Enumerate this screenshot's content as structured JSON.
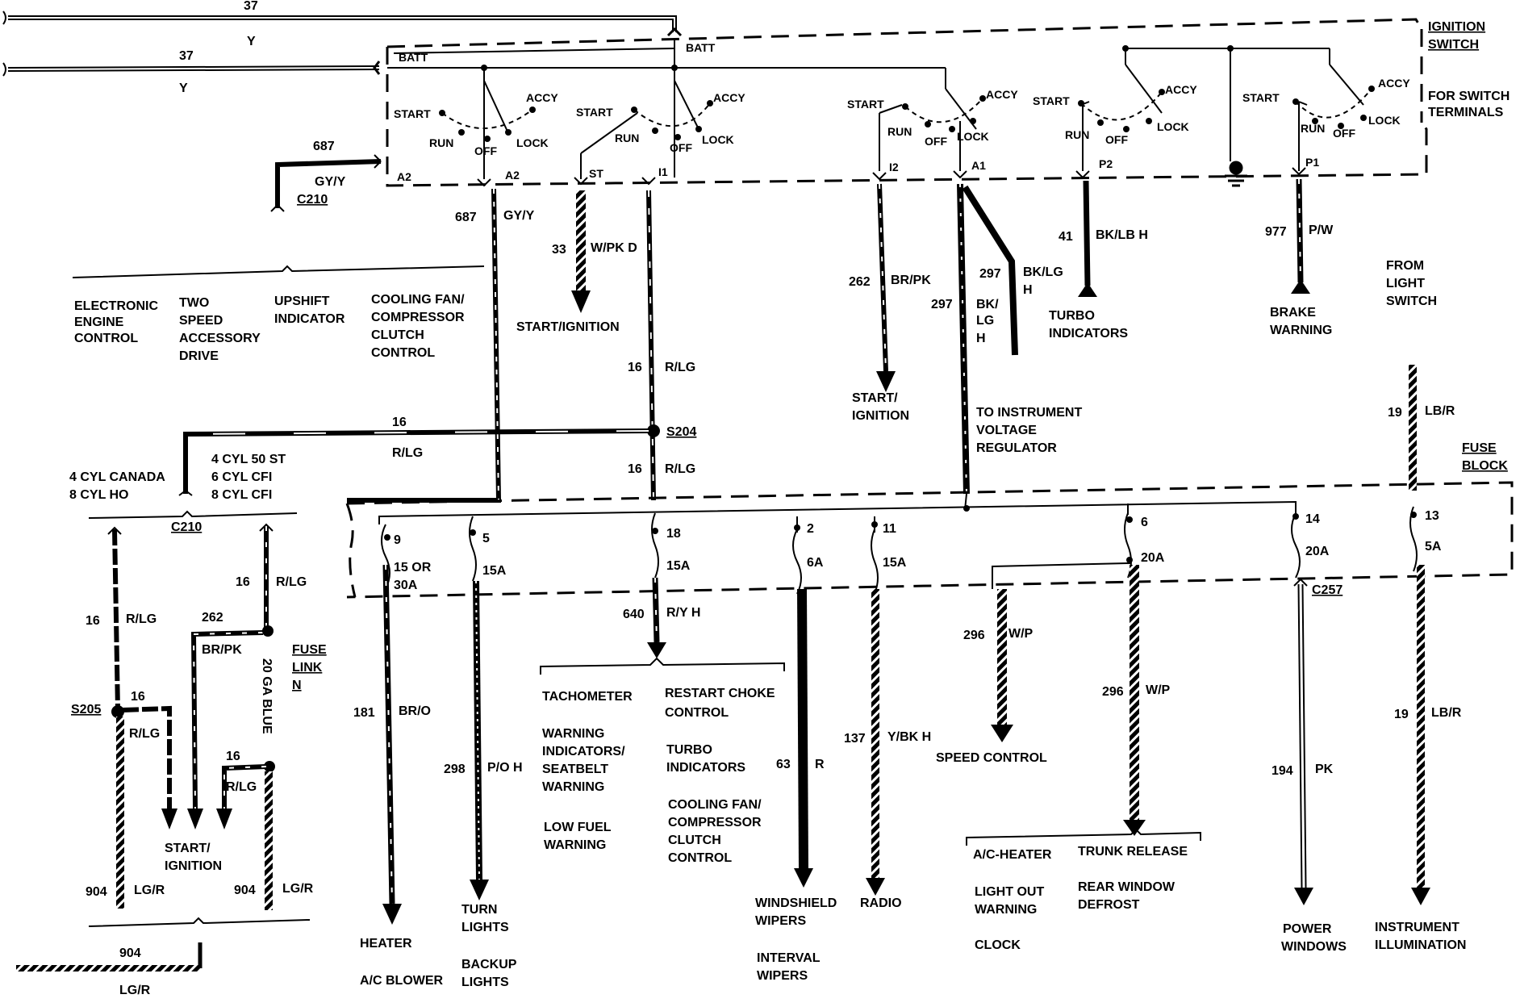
{
  "header": {
    "line1": "IGNITION",
    "line2": "SWITCH",
    "sub1": "FOR SWITCH",
    "sub2": "TERMINALS"
  },
  "fuse_block": {
    "line1": "FUSE",
    "line2": "BLOCK"
  },
  "top_wires": [
    {
      "num": "37",
      "color": "Y"
    },
    {
      "num": "37",
      "color": "Y"
    }
  ],
  "batt_labels": [
    "BATT",
    "BATT"
  ],
  "switch_pos": {
    "start": "START",
    "run": "RUN",
    "off": "OFF",
    "accy": "ACCY",
    "lock": "LOCK"
  },
  "terminals": [
    "A2",
    "A2",
    "ST",
    "I1",
    "I2",
    "A1",
    "P2",
    "P1"
  ],
  "connectors": {
    "c210": "C210",
    "c257": "C257",
    "s204": "S204",
    "s205": "S205"
  },
  "wires": {
    "w687a": "687",
    "w687a_c": "GY/Y",
    "w687b": "687",
    "w687b_c": "GY/Y",
    "w33": "33",
    "w33_c": "W/PK D",
    "w16a": "16",
    "w16a_c": "R/LG",
    "w16b": "16",
    "w16b_c": "R/LG",
    "w16c": "16",
    "w16c_c": "R/LG",
    "w262a": "262",
    "w262a_c": "BR/PK",
    "w297a": "297",
    "w297a_c": "BK/LG",
    "w297a_h": "H",
    "w297b": "297",
    "w297b_c": "BK/",
    "w297b_c2": "LG",
    "w297b_h": "H",
    "w41": "41",
    "w41_c": "BK/LB H",
    "w977": "977",
    "w977_c": "P/W",
    "w19a": "19",
    "w19a_c": "LB/R",
    "w16d": "16",
    "w16d_c": "R/LG",
    "w16e": "16",
    "w16e_c": "R/LG",
    "w262b": "262",
    "w262b_c": "BR/PK",
    "w16f": "16",
    "w16f_c": "R/LG",
    "w16g": "16",
    "w16g_c": "R/LG",
    "w904a": "904",
    "w904a_c": "LG/R",
    "w904b": "904",
    "w904b_c": "LG/R",
    "w904c": "904",
    "w904c_c": "LG/R",
    "w640": "640",
    "w640_c": "R/Y H",
    "w181": "181",
    "w181_c": "BR/O",
    "w298": "298",
    "w298_c": "P/O H",
    "w63": "63",
    "w63_c": "R",
    "w137": "137",
    "w137_c": "Y/BK H",
    "w296a": "296",
    "w296a_c": "W/P",
    "w296b": "296",
    "w296b_c": "W/P",
    "w194": "194",
    "w194_c": "PK",
    "w19b": "19",
    "w19b_c": "LB/R"
  },
  "fuse_link": {
    "line1": "FUSE",
    "line2": "LINK",
    "line3": "N",
    "gauge": "20 GA BLUE"
  },
  "fuses": [
    {
      "num": "9",
      "amp1": "15 OR",
      "amp2": "30A"
    },
    {
      "num": "5",
      "amp1": "15A"
    },
    {
      "num": "18",
      "amp1": "15A"
    },
    {
      "num": "2",
      "amp1": "6A"
    },
    {
      "num": "11",
      "amp1": "15A"
    },
    {
      "num": "6",
      "amp1": "20A"
    },
    {
      "num": "14",
      "amp1": "20A"
    },
    {
      "num": "13",
      "amp1": "5A"
    }
  ],
  "labels": {
    "eec": [
      "ELECTRONIC",
      "ENGINE",
      "CONTROL"
    ],
    "two_speed": [
      "TWO",
      "SPEED",
      "ACCESSORY",
      "DRIVE"
    ],
    "upshift": [
      "UPSHIFT",
      "INDICATOR"
    ],
    "cooling1": [
      "COOLING FAN/",
      "COMPRESSOR",
      "CLUTCH",
      "CONTROL"
    ],
    "start_ign1": "START/IGNITION",
    "start_ign2": [
      "START/",
      "IGNITION"
    ],
    "to_inst": [
      "TO INSTRUMENT",
      "VOLTAGE",
      "REGULATOR"
    ],
    "turbo1": [
      "TURBO",
      "INDICATORS"
    ],
    "brake": [
      "BRAKE",
      "WARNING"
    ],
    "from_light": [
      "FROM",
      "LIGHT",
      "SWITCH"
    ],
    "canada": [
      "4 CYL CANADA",
      "8 CYL HO"
    ],
    "cyl50": [
      "4 CYL 50 ST",
      "6 CYL CFI",
      "8 CYL CFI"
    ],
    "start_ign3": [
      "START/",
      "IGNITION"
    ],
    "tach": "TACHOMETER",
    "restart": [
      "RESTART CHOKE",
      "CONTROL"
    ],
    "warn": [
      "WARNING",
      "INDICATORS/",
      "SEATBELT",
      "WARNING"
    ],
    "turbo2": [
      "TURBO",
      "INDICATORS"
    ],
    "cooling2": [
      "COOLING FAN/",
      "COMPRESSOR",
      "CLUTCH",
      "CONTROL"
    ],
    "lowfuel": [
      "LOW FUEL",
      "WARNING"
    ],
    "heater": "HEATER",
    "acblower": "A/C BLOWER",
    "turn": [
      "TURN",
      "LIGHTS"
    ],
    "backup": [
      "BACKUP",
      "LIGHTS"
    ],
    "wipers": [
      "WINDSHIELD",
      "WIPERS"
    ],
    "interval": [
      "INTERVAL",
      "WIPERS"
    ],
    "radio": "RADIO",
    "speed": "SPEED CONTROL",
    "acheater": "A/C-HEATER",
    "trunk": "TRUNK RELEASE",
    "lightout": [
      "LIGHT OUT",
      "WARNING"
    ],
    "rearwin": [
      "REAR WINDOW",
      "DEFROST"
    ],
    "clock": "CLOCK",
    "power": [
      "POWER",
      "WINDOWS"
    ],
    "inst": [
      "INSTRUMENT",
      "ILLUMINATION"
    ]
  }
}
